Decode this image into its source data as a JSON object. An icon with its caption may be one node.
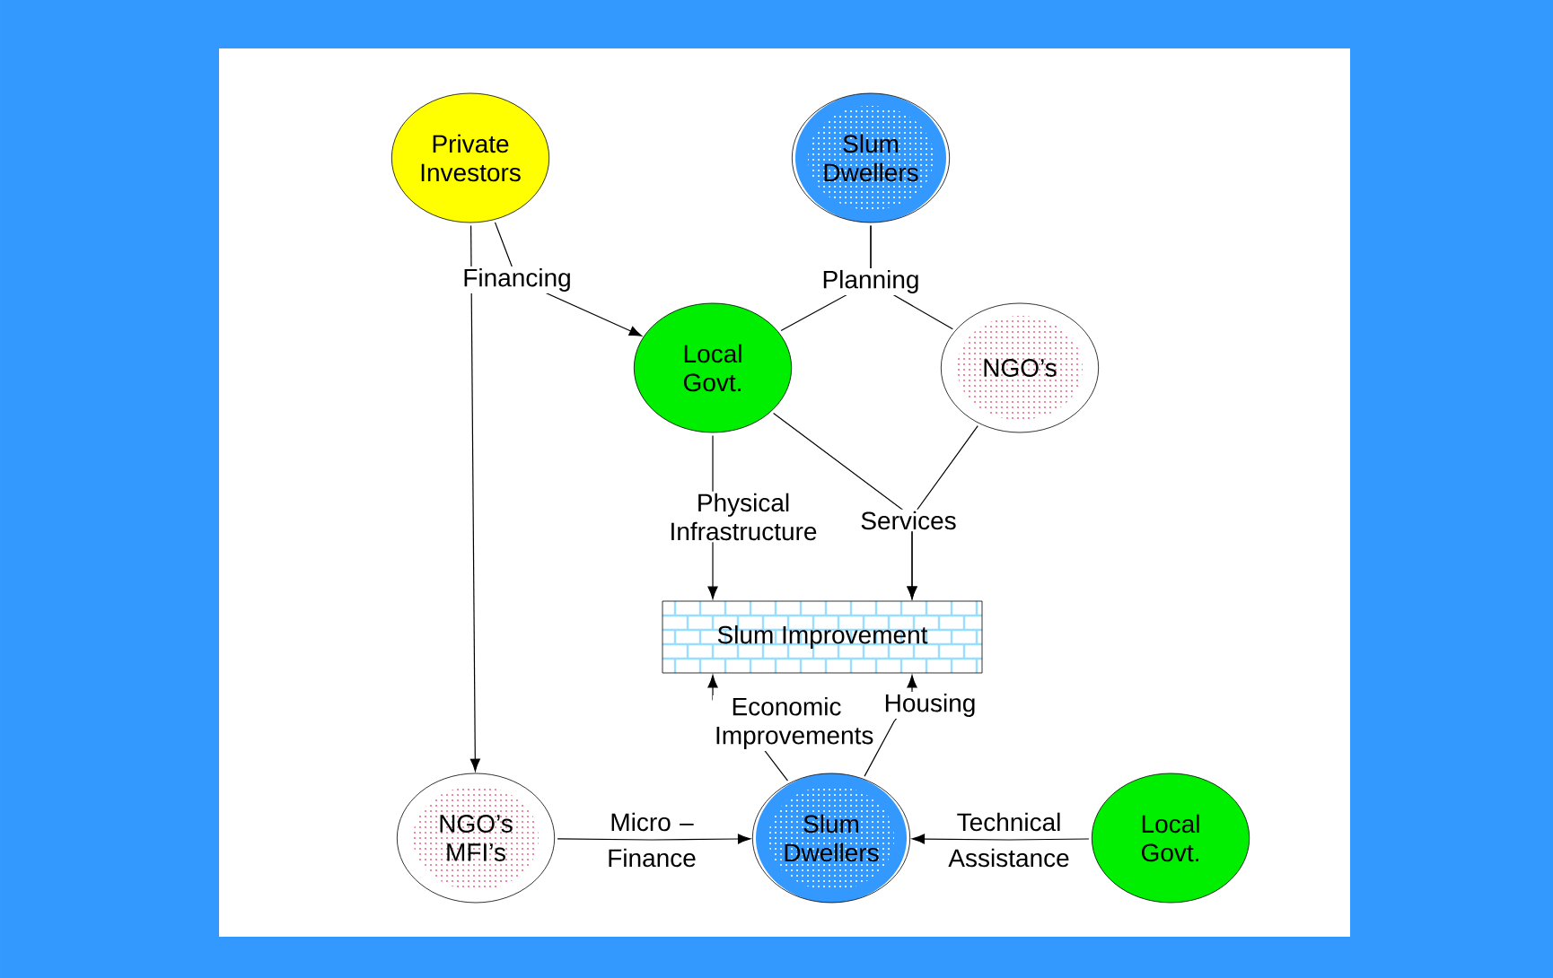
{
  "diagram": {
    "nodes": [
      {
        "text": [
          "Private Investors"
        ]
      },
      {
        "text": [
          "Slum Dwellers"
        ]
      },
      {
        "text": [
          "Local Govt."
        ]
      },
      {
        "text": [
          "NGO’s"
        ]
      },
      {
        "text": [
          "Slum Improvement"
        ]
      },
      {
        "text": [
          "NGO’s MFI’s"
        ]
      },
      {
        "text": [
          "Slum Dwellers"
        ]
      },
      {
        "text": [
          "Local Govt."
        ]
      }
    ],
    "edges": [
      {
        "from": 0,
        "to": 2,
        "arrow": "to",
        "label": "Financing"
      },
      {
        "from": 0,
        "to": 5,
        "arrow": "to"
      },
      {
        "from": 1,
        "to": 2,
        "arrow": "none",
        "label": "Planning"
      },
      {
        "from": 1,
        "to": 3,
        "arrow": "none"
      },
      {
        "from": 2,
        "to": 4,
        "arrow": "to",
        "label": "Physical Infrastructure"
      },
      {
        "from": 2,
        "to": 4,
        "arrow": "to",
        "label": "Services"
      },
      {
        "from": 3,
        "to": 4,
        "arrow": "to"
      },
      {
        "from": 6,
        "to": 4,
        "arrow": "to",
        "label": "Economic Improvements"
      },
      {
        "from": 6,
        "to": 4,
        "arrow": "to",
        "label": "Housing"
      },
      {
        "from": 5,
        "to": 6,
        "arrow": "to",
        "label": "Micro – Finance"
      },
      {
        "from": 7,
        "to": 6,
        "arrow": "to",
        "label": "Technical Assistance"
      }
    ]
  }
}
